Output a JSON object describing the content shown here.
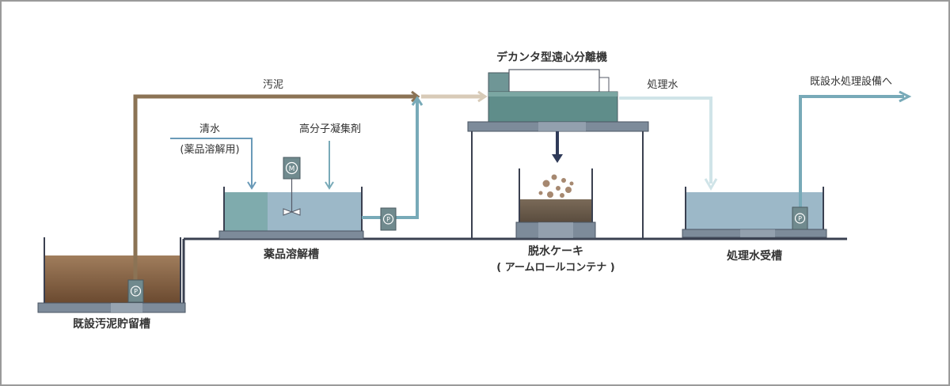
{
  "labels": {
    "existing_sludge_tank": "既設汚泥貯留槽",
    "sludge_flow": "汚泥",
    "clean_water": "清水",
    "clean_water_note": "(薬品溶解用)",
    "polymer": "高分子凝集剤",
    "chem_tank": "薬品溶解槽",
    "decanter": "デカンタ型遠心分離機",
    "cake": "脱水ケーキ",
    "cake_container": "( アームロールコンテナ )",
    "treated_water": "処理水",
    "treated_tank": "処理水受槽",
    "to_existing": "既設水処理設備へ"
  },
  "symbols": {
    "pump": "P",
    "motor": "M"
  },
  "colors": {
    "sludge": "#8b7355",
    "sludge_liquid": "#7a5a40",
    "water": "#9cb8c8",
    "pipe_teal": "#78aab8",
    "pipe_light": "#d0e4e8",
    "base": "#6a7a8a",
    "line": "#4a5060"
  }
}
